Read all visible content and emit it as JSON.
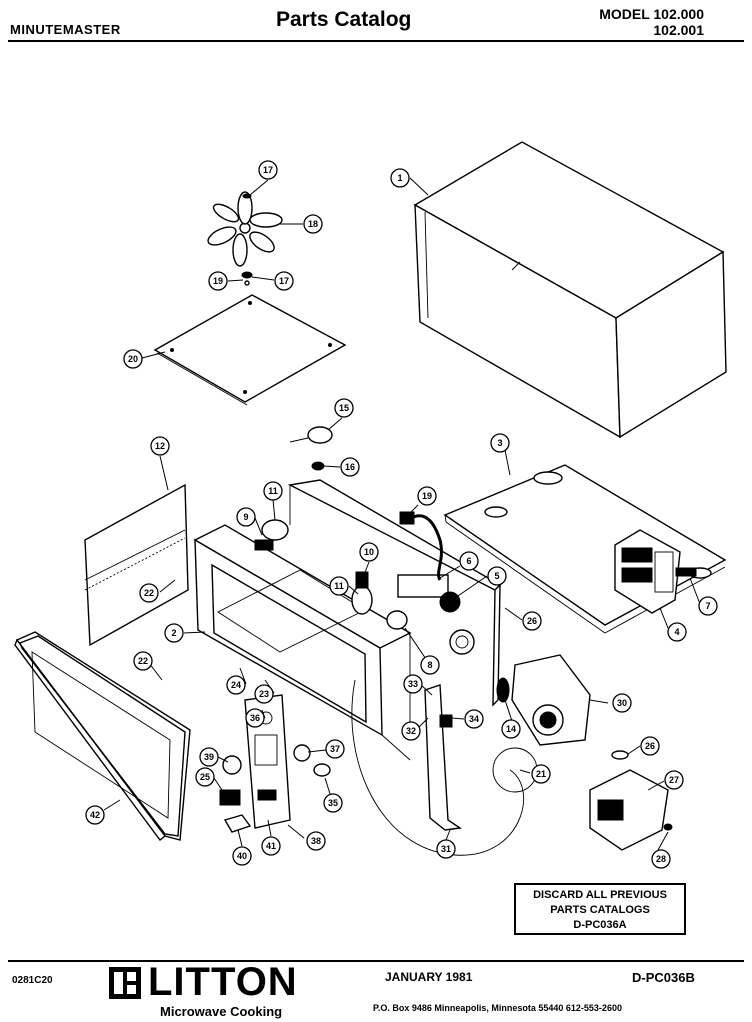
{
  "header": {
    "brand": "MINUTEMASTER",
    "title": "Parts Catalog",
    "model_line1": "MODEL 102.000",
    "model_line2": "102.001"
  },
  "notice": {
    "line1": "DISCARD ALL PREVIOUS",
    "line2": "PARTS CATALOGS",
    "line3": "D-PC036A"
  },
  "footer": {
    "code": "0281C20",
    "brand": "LITTON",
    "tagline": "Microwave Cooking",
    "date": "JANUARY 1981",
    "doc_number": "D-PC036B",
    "address": "P.O. Box 9486 Minneapolis, Minnesota 55440 612-553-2600"
  },
  "callouts": [
    "17",
    "18",
    "19",
    "17",
    "20",
    "15",
    "16",
    "1",
    "3",
    "12",
    "22",
    "9",
    "11",
    "19",
    "10",
    "6",
    "5",
    "11",
    "26",
    "7",
    "4",
    "8",
    "2",
    "22",
    "24",
    "23",
    "33",
    "32",
    "34",
    "14",
    "30",
    "36",
    "37",
    "35",
    "39",
    "25",
    "21",
    "26",
    "27",
    "42",
    "40",
    "41",
    "38",
    "31",
    "28"
  ]
}
